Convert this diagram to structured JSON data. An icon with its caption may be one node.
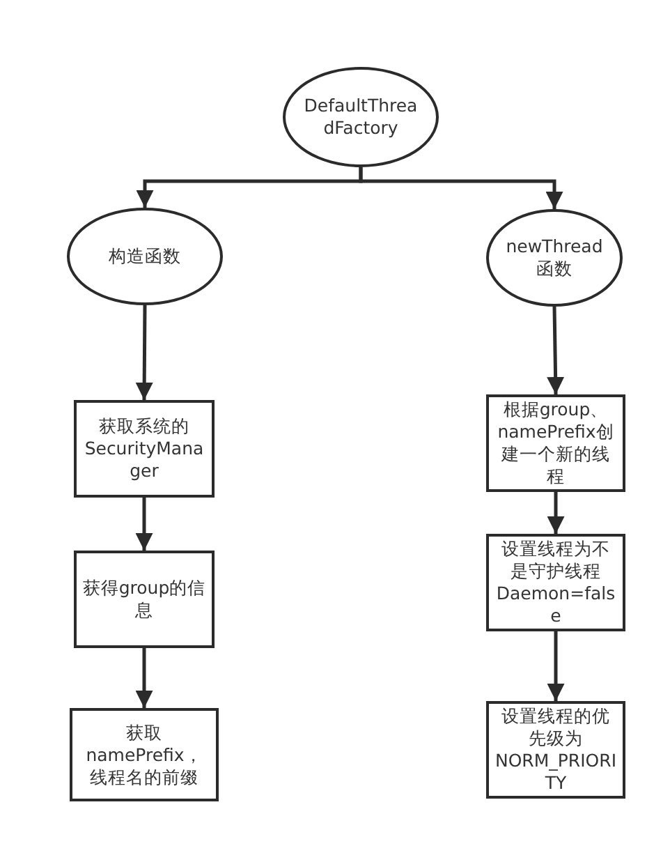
{
  "diagram": {
    "nodes": [
      {
        "text": [
          "DefaultThreadFactory"
        ]
      },
      {
        "text": [
          "构造函数"
        ]
      },
      {
        "text": [
          "newThread函数"
        ]
      },
      {
        "text": [
          "获取系统的SecurityManager"
        ]
      },
      {
        "text": [
          "获得group的信息"
        ]
      },
      {
        "text": [
          "获取namePrefix，线程名的前缀"
        ]
      },
      {
        "text": [
          "根据group、namePrefix创建一个新的线程"
        ]
      },
      {
        "text": [
          "设置线程为不是守护线程Daemon=false"
        ]
      },
      {
        "text": [
          "设置线程的优先级为NORM_PRIORITY"
        ]
      }
    ],
    "edges": [
      {
        "from": 0,
        "to": 1,
        "arrow": "to"
      },
      {
        "from": 0,
        "to": 2,
        "arrow": "to"
      },
      {
        "from": 1,
        "to": 3,
        "arrow": "to"
      },
      {
        "from": 3,
        "to": 4,
        "arrow": "to"
      },
      {
        "from": 4,
        "to": 5,
        "arrow": "to"
      },
      {
        "from": 2,
        "to": 6,
        "arrow": "to"
      },
      {
        "from": 6,
        "to": 7,
        "arrow": "to"
      },
      {
        "from": 7,
        "to": 8,
        "arrow": "to"
      }
    ]
  }
}
